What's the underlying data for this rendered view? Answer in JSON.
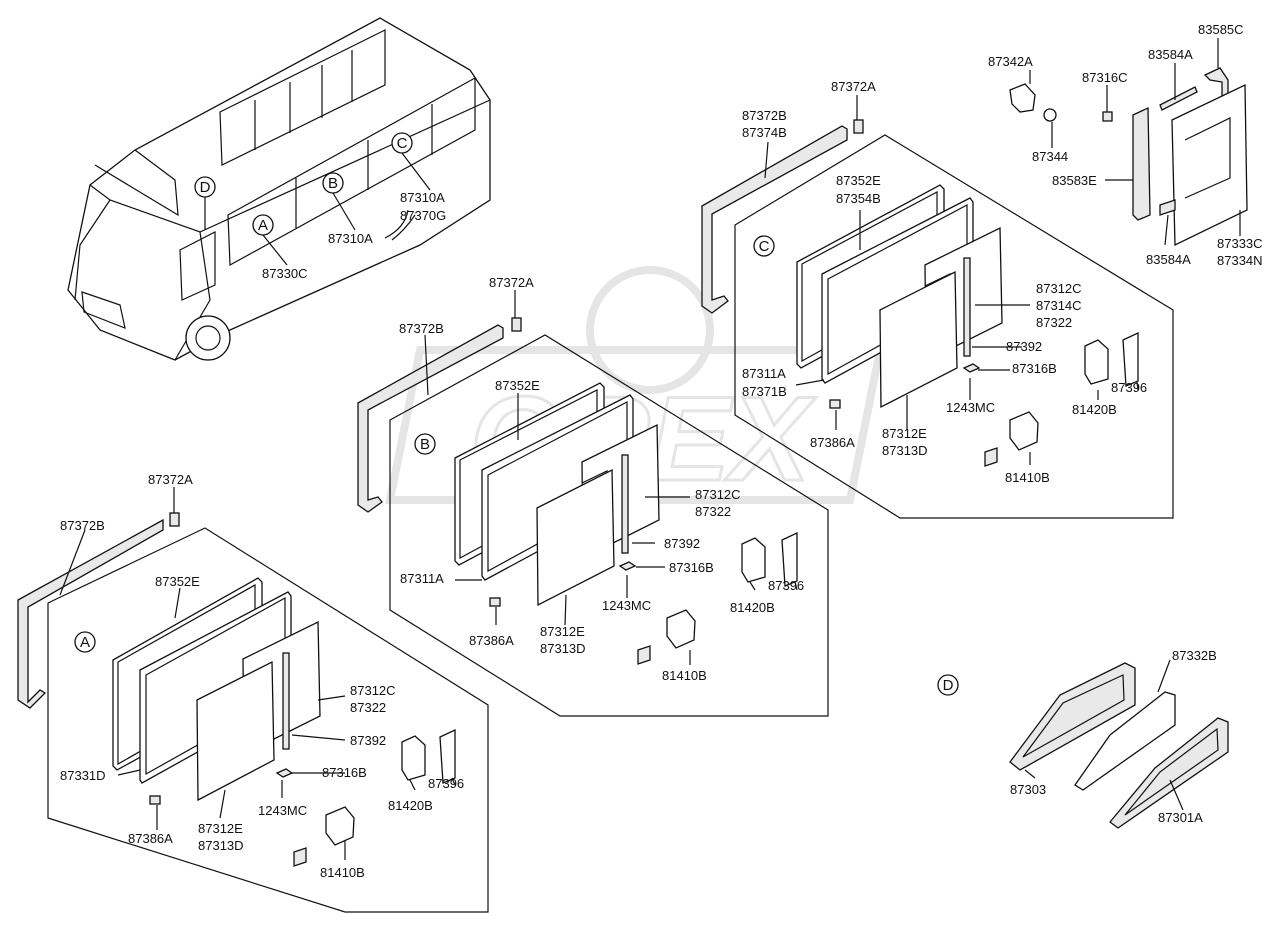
{
  "groups": {
    "A": {
      "letter": "A",
      "parts": [
        "87372A",
        "87372B",
        "87352E",
        "87312C",
        "87322",
        "87392",
        "87331D",
        "87316B",
        "1243MC",
        "87386A",
        "87312E",
        "87313D",
        "81420B",
        "87396",
        "81410B"
      ]
    },
    "B": {
      "letter": "B",
      "parts": [
        "87372A",
        "87372B",
        "87352E",
        "87312C",
        "87322",
        "87392",
        "87311A",
        "87316B",
        "1243MC",
        "87386A",
        "87312E",
        "87313D",
        "81420B",
        "87396",
        "81410B"
      ]
    },
    "C": {
      "letter": "C",
      "parts": [
        "87372A",
        "87372B",
        "87374B",
        "87352E",
        "87354B",
        "87312C",
        "87314C",
        "87322",
        "87392",
        "87311A",
        "87371B",
        "87316B",
        "1243MC",
        "87386A",
        "87312E",
        "87313D",
        "81420B",
        "87396",
        "81410B"
      ]
    },
    "D": {
      "letter": "D",
      "parts": [
        "87332B",
        "87303",
        "87301A"
      ]
    }
  },
  "vehicle": {
    "callouts": [
      "A",
      "B",
      "C",
      "D"
    ],
    "labels": [
      "87330C",
      "87310A",
      "87310A",
      "87370G"
    ]
  },
  "extra": [
    "87342A",
    "87344",
    "87316C",
    "83585C",
    "83584A",
    "83583E",
    "83584A",
    "87333C",
    "87334N"
  ],
  "watermark": "OREX"
}
